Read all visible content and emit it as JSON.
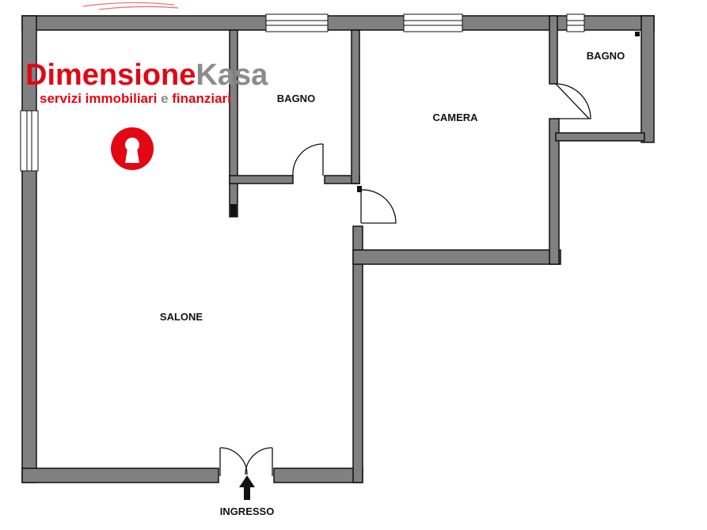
{
  "logo": {
    "brand_part1": "Dimensione",
    "brand_part2": "Kasa",
    "tagline_part1": "servizi immobiliari ",
    "tagline_conj": "e",
    "tagline_part2": " finanziari",
    "primary_color": "#e30613",
    "secondary_color": "#8c8c8c",
    "icon": "keyhole-icon"
  },
  "rooms": {
    "salone": "SALONE",
    "bagno_1": "BAGNO",
    "camera": "CAMERA",
    "bagno_2": "BAGNO"
  },
  "entrance": {
    "label": "INGRESSO",
    "icon": "arrow-up-icon"
  },
  "colors": {
    "wall_fill": "#808080",
    "wall_stroke": "#111111"
  }
}
